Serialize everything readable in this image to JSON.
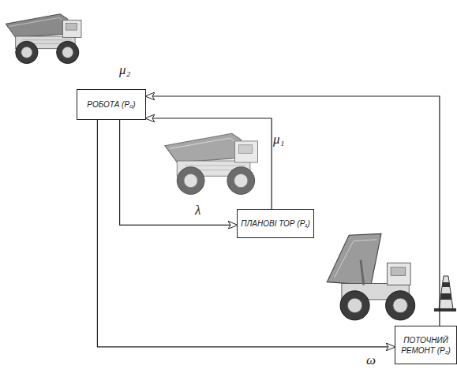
{
  "diagram": {
    "nodes": [
      {
        "text": [
          "РОБОТА (P₀)"
        ]
      },
      {
        "text": [
          "ПЛАНОВІ ТОР (P₁)"
        ]
      },
      {
        "text": [
          "ПОТОЧНИЙ РЕМОНТ (P₂)"
        ]
      }
    ],
    "edges": [
      {
        "from": 0,
        "to": 1,
        "label": "λ",
        "arrow": "to"
      },
      {
        "from": 1,
        "to": 0,
        "label": "μ₁",
        "arrow": "to"
      },
      {
        "from": 0,
        "to": 2,
        "label": "ω",
        "arrow": "to"
      },
      {
        "from": 2,
        "to": 0,
        "label": "μ₂",
        "arrow": "to"
      }
    ]
  }
}
